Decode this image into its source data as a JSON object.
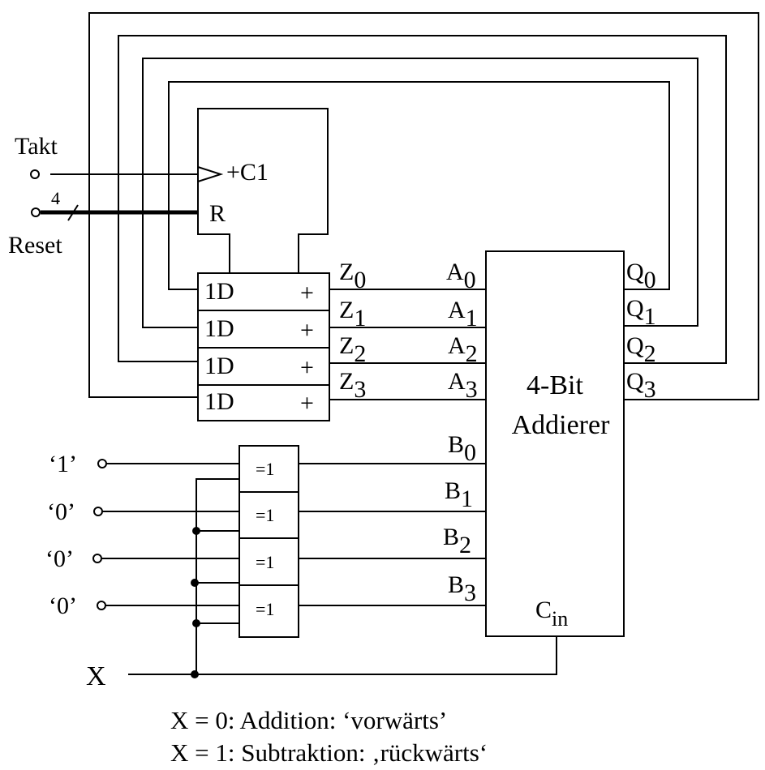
{
  "inputs": {
    "takt": "Takt",
    "reset": "Reset",
    "reset_bus_width": "4",
    "x": "X",
    "b_values": [
      "‘1’",
      "‘0’",
      "‘0’",
      "‘0’"
    ]
  },
  "register": {
    "clock_label": "+C1",
    "reset_label": "R",
    "cells": [
      {
        "d": "1D",
        "mark": "+"
      },
      {
        "d": "1D",
        "mark": "+"
      },
      {
        "d": "1D",
        "mark": "+"
      },
      {
        "d": "1D",
        "mark": "+"
      }
    ],
    "outputs": [
      {
        "base": "Z",
        "sub": "0"
      },
      {
        "base": "Z",
        "sub": "1"
      },
      {
        "base": "Z",
        "sub": "2"
      },
      {
        "base": "Z",
        "sub": "3"
      }
    ]
  },
  "xor_gates": [
    "=1",
    "=1",
    "=1",
    "=1"
  ],
  "adder": {
    "title_line1": "4-Bit",
    "title_line2": "Addierer",
    "a_inputs": [
      {
        "base": "A",
        "sub": "0"
      },
      {
        "base": "A",
        "sub": "1"
      },
      {
        "base": "A",
        "sub": "2"
      },
      {
        "base": "A",
        "sub": "3"
      }
    ],
    "b_inputs": [
      {
        "base": "B",
        "sub": "0"
      },
      {
        "base": "B",
        "sub": "1"
      },
      {
        "base": "B",
        "sub": "2"
      },
      {
        "base": "B",
        "sub": "3"
      }
    ],
    "outputs": [
      {
        "base": "Q",
        "sub": "0"
      },
      {
        "base": "Q",
        "sub": "1"
      },
      {
        "base": "Q",
        "sub": "2"
      },
      {
        "base": "Q",
        "sub": "3"
      }
    ],
    "carry_in": {
      "base": "C",
      "sub": "in"
    }
  },
  "notes": [
    "X = 0: Addition:   ‘vorwärts’",
    "X = 1: Subtraktion: ‚rückwärts‘"
  ]
}
